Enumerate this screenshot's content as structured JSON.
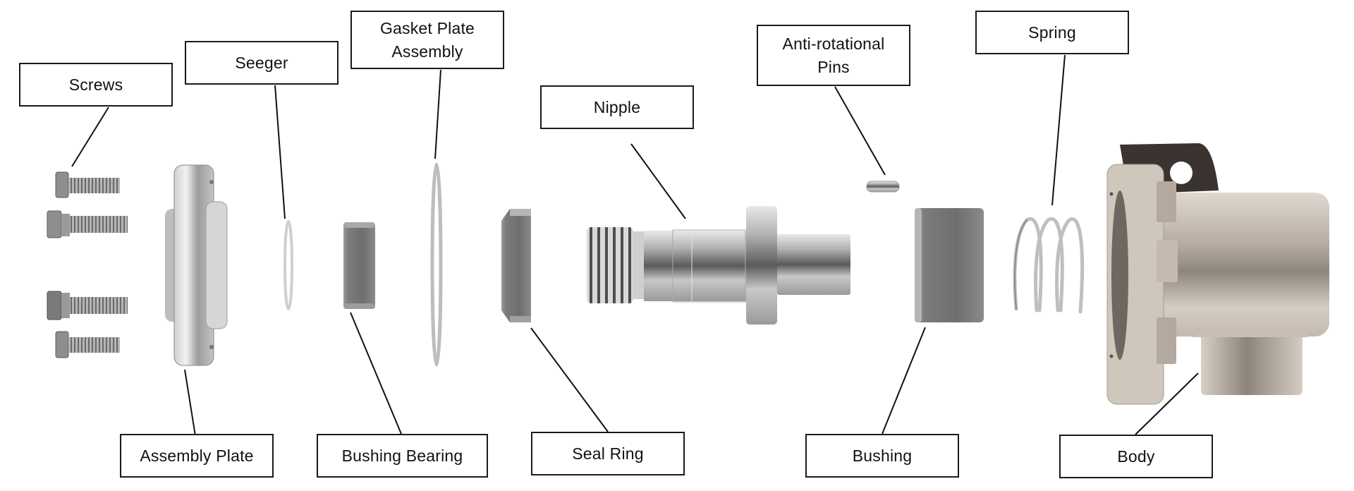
{
  "title": "Exploded view of rotary joint components",
  "colors": {
    "label_border": "#1a1a1a",
    "label_text": "#111111",
    "leader_line": "#111111",
    "steel": "#b8b8b8",
    "dark_gray_parts": "#7a7a7a",
    "cast_body": "#c9bfb4",
    "bracket": "#3a3330",
    "background": "#ffffff"
  },
  "labels": {
    "screws": {
      "text": "Screws"
    },
    "seeger": {
      "text": "Seeger"
    },
    "gasket_plate_assembly": {
      "line1": "Gasket Plate",
      "line2": "Assembly"
    },
    "nipple": {
      "text": "Nipple"
    },
    "anti_rotational_pins": {
      "line1": "Anti-rotational",
      "line2": "Pins"
    },
    "spring": {
      "text": "Spring"
    },
    "assembly_plate": {
      "text": "Assembly Plate"
    },
    "bushing_bearing": {
      "text": "Bushing Bearing"
    },
    "seal_ring": {
      "text": "Seal Ring"
    },
    "bushing": {
      "text": "Bushing"
    },
    "body": {
      "text": "Body"
    }
  },
  "components": [
    {
      "id": "screws",
      "count": 4,
      "icon": "hex-bolt-icon"
    },
    {
      "id": "assembly_plate",
      "icon": "flange-plate-icon"
    },
    {
      "id": "seeger",
      "icon": "retaining-ring-icon"
    },
    {
      "id": "bushing_bearing",
      "icon": "bearing-ring-icon"
    },
    {
      "id": "gasket_plate_assembly",
      "icon": "gasket-icon"
    },
    {
      "id": "seal_ring",
      "icon": "seal-ring-icon"
    },
    {
      "id": "nipple",
      "icon": "threaded-nipple-icon"
    },
    {
      "id": "anti_rotational_pins",
      "icon": "pin-icon"
    },
    {
      "id": "bushing",
      "icon": "bushing-icon"
    },
    {
      "id": "spring",
      "icon": "coil-spring-icon"
    },
    {
      "id": "body",
      "icon": "valve-body-icon"
    }
  ]
}
